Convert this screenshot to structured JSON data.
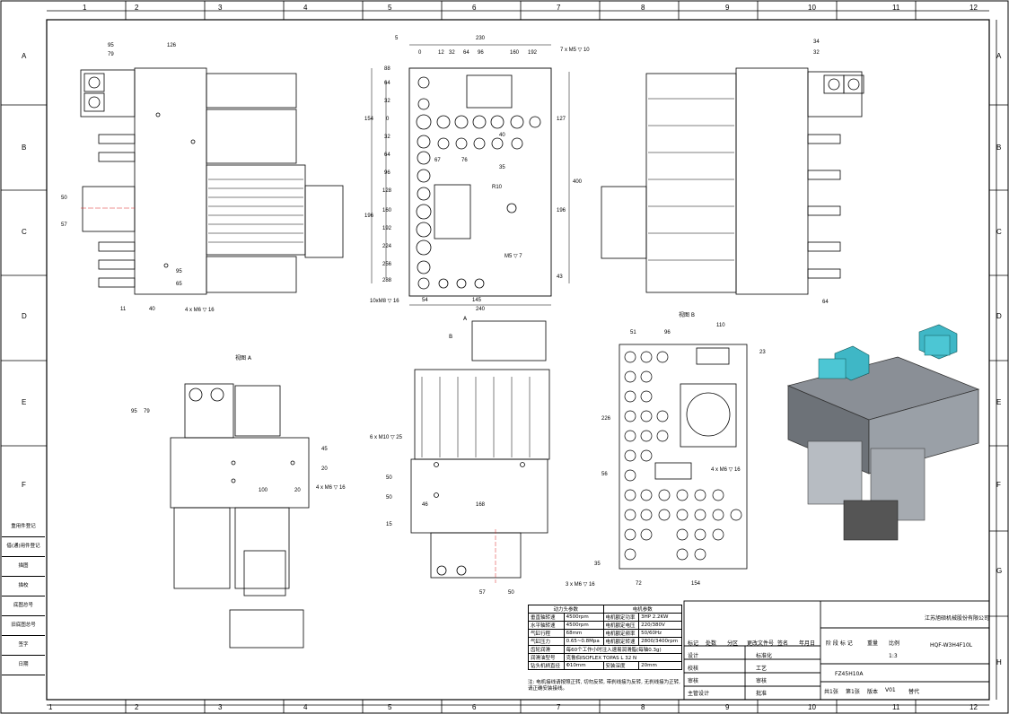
{
  "grid": {
    "columns": [
      "1",
      "2",
      "3",
      "4",
      "5",
      "6",
      "7",
      "8",
      "9",
      "10",
      "11",
      "12"
    ],
    "rows": [
      "A",
      "B",
      "C",
      "D",
      "E",
      "F",
      "G",
      "H"
    ]
  },
  "views": {
    "view_a": "视图 A",
    "view_b": "视图 B",
    "arrow_a": "A",
    "arrow_b": "B"
  },
  "dims": {
    "left": [
      "95",
      "79",
      "126",
      "50",
      "57",
      "11",
      "40",
      "95",
      "65",
      "4 x M6 ▽ 16"
    ],
    "center": [
      "5",
      "230",
      "0",
      "12",
      "32",
      "64",
      "96",
      "160",
      "192",
      "7 x M5 ▽ 10",
      "88",
      "64",
      "32",
      "0",
      "32",
      "64",
      "96",
      "128",
      "160",
      "192",
      "224",
      "256",
      "288",
      "154",
      "196",
      "127",
      "400",
      "196",
      "43",
      "67",
      "76",
      "35",
      "40",
      "R10",
      "M5 ▽ 7",
      "10xM8 ▽ 16",
      "54",
      "145",
      "240"
    ],
    "right": [
      "34",
      "32",
      "64"
    ],
    "bottom_left": [
      "95",
      "79",
      "45",
      "20",
      "100",
      "20",
      "4 x M6 ▽ 16"
    ],
    "bottom_center": [
      "6 x M10 ▽ 25",
      "50",
      "50",
      "15",
      "46",
      "168",
      "57",
      "50"
    ],
    "bottom_right": [
      "51",
      "96",
      "110",
      "23",
      "226",
      "56",
      "4 x M6 ▽ 16",
      "3 x M6 ▽ 16",
      "35",
      "72",
      "154"
    ]
  },
  "param_table": {
    "header_left": "动力头参数",
    "header_right": "电机参数",
    "rows": [
      [
        "垂直轴转速",
        "4500rpm",
        "电机额定功率",
        "3HP 2.2KW"
      ],
      [
        "水平轴转速",
        "4500rpm",
        "电机额定电压",
        "220/380V"
      ],
      [
        "气缸行程",
        "68mm",
        "电机额定频率",
        "50/60Hz"
      ],
      [
        "气缸压力",
        "0.65~0.8Mpa",
        "电机额定转速",
        "2800/3400rpm"
      ]
    ],
    "gear_label": "齿轮润滑",
    "gear_value": "每60个工作小时注入速易润滑脂(每轴0.3g)",
    "bearing_label": "润滑油型号",
    "bearing_value": "克鲁伯ISOFLEX TOPAS L 32 N",
    "chuck_label": "钻头机柄直径",
    "chuck_value": "Φ10mm",
    "depth_label": "安装深度",
    "depth_value": "20mm",
    "note": "注: 电机接线请按照正转, 切勿反转, 带刹线接为反转, 无刹线接为正转, 请正确安装接线。"
  },
  "title_block": {
    "company": "江苏旭硕机械股份有限公司",
    "stage_label": "阶 段 标 记",
    "weight_label": "重量",
    "scale_label": "比例",
    "scale_value": "1:3",
    "model": "HQF-W3H4F10L",
    "code": "FZ45H10A",
    "sheets_total": "共1张",
    "sheet_no": "第1张",
    "version_label": "版本",
    "version_value": "V01",
    "replace_label": "替代",
    "rev_cols": [
      "标记",
      "处数",
      "分区",
      "更改文件号",
      "签名",
      "年月日"
    ],
    "roles": [
      "设计",
      "校核",
      "审核",
      "主管设计"
    ],
    "roles2": [
      "标准化",
      "工艺",
      "审核",
      "批准"
    ]
  },
  "side_panel": [
    "借(通)用件登记",
    "描图",
    "描校",
    "底图总号",
    "旧底图总号",
    "签字",
    "日期"
  ],
  "side_top": "重用件登记"
}
